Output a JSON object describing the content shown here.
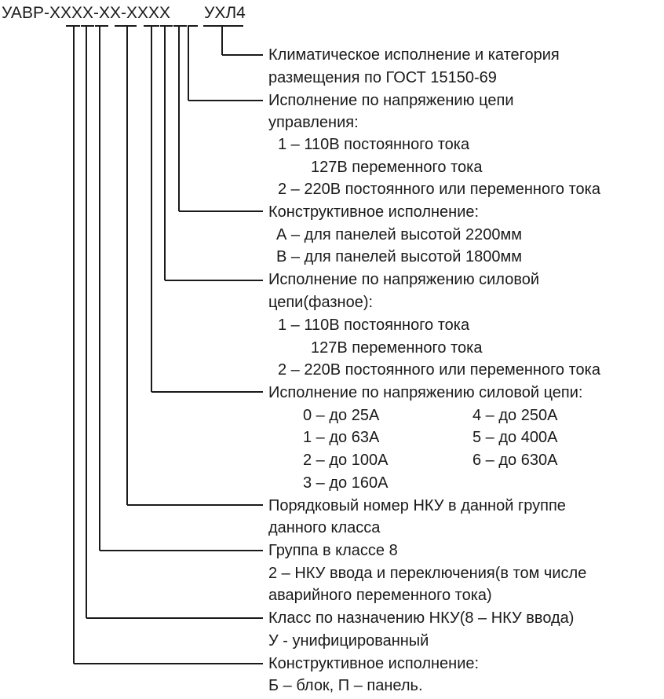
{
  "code": {
    "prefix": "УАВР-",
    "group1": "XXXX",
    "dash1": "-",
    "group2": "XX",
    "dash2": "-",
    "group3": "XXXX",
    "suffix": "УХЛ4"
  },
  "descriptions": {
    "climate": {
      "line1": "Климатическое исполнение и категория",
      "line2": "размещения по ГОСТ 15150-69"
    },
    "control_voltage": {
      "title": "Исполнение по напряжению цепи",
      "title2": "управления:",
      "opt1": "1 – 110В постоянного тока",
      "opt1b": "127В переменного тока",
      "opt2": "2 – 220В постоянного или переменного тока"
    },
    "design": {
      "title": "Конструктивное исполнение:",
      "optA": "А – для панелей высотой 2200мм",
      "optB": "В – для панелей высотой 1800мм"
    },
    "power_voltage": {
      "title": "Исполнение по напряжению силовой",
      "title2": "цепи(фазное):",
      "opt1": "1 – 110В постоянного тока",
      "opt1b": "127В переменного тока",
      "opt2": "2 – 220В постоянного или переменного тока"
    },
    "power_current": {
      "title": "Исполнение по напряжению силовой цепи:",
      "c0": "0 – до 25А",
      "c1": "1 – до 63А",
      "c2": "2 – до 100А",
      "c3": "3 – до 160А",
      "c4": "4 – до 250А",
      "c5": "5 – до 400А",
      "c6": "6 – до 630А"
    },
    "serial": {
      "line1": "Порядковый номер НКУ в данной группе",
      "line2": "данного класса"
    },
    "group": {
      "line1": "Группа в классе 8",
      "line2": "2 – НКУ ввода и переключения(в том числе",
      "line3": "аварийного переменного тока)"
    },
    "class": {
      "line1": "Класс по назначению НКУ(8 – НКУ ввода)",
      "line2": "У - унифицированный"
    },
    "construct": {
      "line1": "Конструктивное исполнение:",
      "line2": "Б – блок, П – панель."
    }
  }
}
